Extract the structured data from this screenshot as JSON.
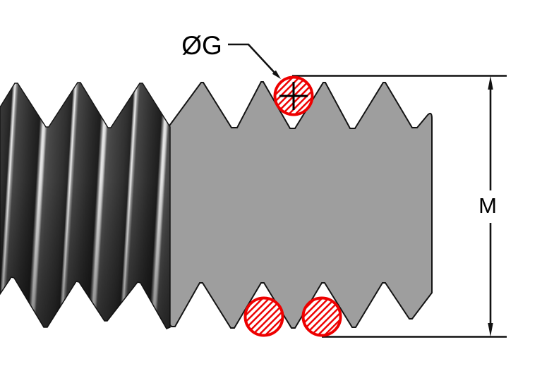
{
  "diagram": {
    "labels": {
      "wire_diameter": "ØG",
      "measurement_over_wires": "M"
    },
    "colors": {
      "background": "#ffffff",
      "profile_gray": "#9e9e9e",
      "outline_black": "#141414",
      "wire_red": "#ee0000",
      "photo_thread_dark": "#2f2f2f",
      "highlight_streak": "#efefef"
    },
    "elements": {
      "measuring_wires_count": 3,
      "wire_style": "red-diagonal-hatched-circle",
      "photo_thread": "dark rendered screw thread (left)",
      "schematic_thread": "gray thread profile with V teeth (right)",
      "dimension": "vertical dimension M over wires, arrows both ends"
    }
  }
}
